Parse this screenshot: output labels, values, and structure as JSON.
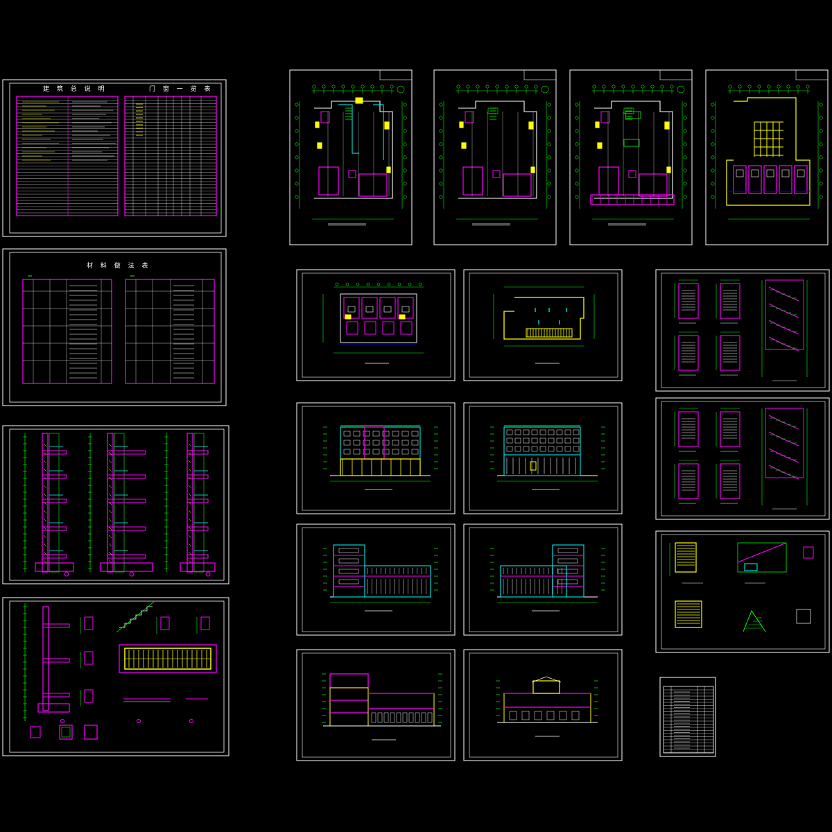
{
  "drawing_set": {
    "sheet_titles": {
      "design_notes": "建 筑 总 说 明",
      "door_window_schedule": "门 窗 一 览 表",
      "material_schedule": "材 料 做 法 表"
    },
    "sheets": [
      {
        "name": "design-notes-sheet",
        "kind": "notes-tables"
      },
      {
        "name": "material-schedule-sheet",
        "kind": "notes-tables"
      },
      {
        "name": "wall-section-sheet-1",
        "kind": "wall-section"
      },
      {
        "name": "wall-section-sheet-2",
        "kind": "details"
      },
      {
        "name": "ground-floor-plan",
        "kind": "plan"
      },
      {
        "name": "second-floor-plan",
        "kind": "plan"
      },
      {
        "name": "third-floor-plan",
        "kind": "plan"
      },
      {
        "name": "fourth-floor-plan",
        "kind": "plan"
      },
      {
        "name": "partial-plan",
        "kind": "plan"
      },
      {
        "name": "roof-plan",
        "kind": "plan"
      },
      {
        "name": "stair-detail-sheet-1",
        "kind": "stair"
      },
      {
        "name": "stair-detail-sheet-2",
        "kind": "stair"
      },
      {
        "name": "front-elevation",
        "kind": "elevation"
      },
      {
        "name": "rear-elevation",
        "kind": "elevation"
      },
      {
        "name": "side-elevation-1",
        "kind": "elevation"
      },
      {
        "name": "side-elevation-2",
        "kind": "elevation"
      },
      {
        "name": "stair-section-sheet",
        "kind": "stair"
      },
      {
        "name": "building-section-1",
        "kind": "section"
      },
      {
        "name": "building-section-2",
        "kind": "section"
      },
      {
        "name": "drawing-index",
        "kind": "index"
      }
    ]
  },
  "colors": {
    "background": "#000000",
    "frame": "#ffffff",
    "table": "#ff00ff",
    "dimension": "#00ff00",
    "wall": "#ff00ff",
    "fixture": "#ffff00",
    "window": "#00ffff",
    "dark_blue": "#0000ff"
  }
}
